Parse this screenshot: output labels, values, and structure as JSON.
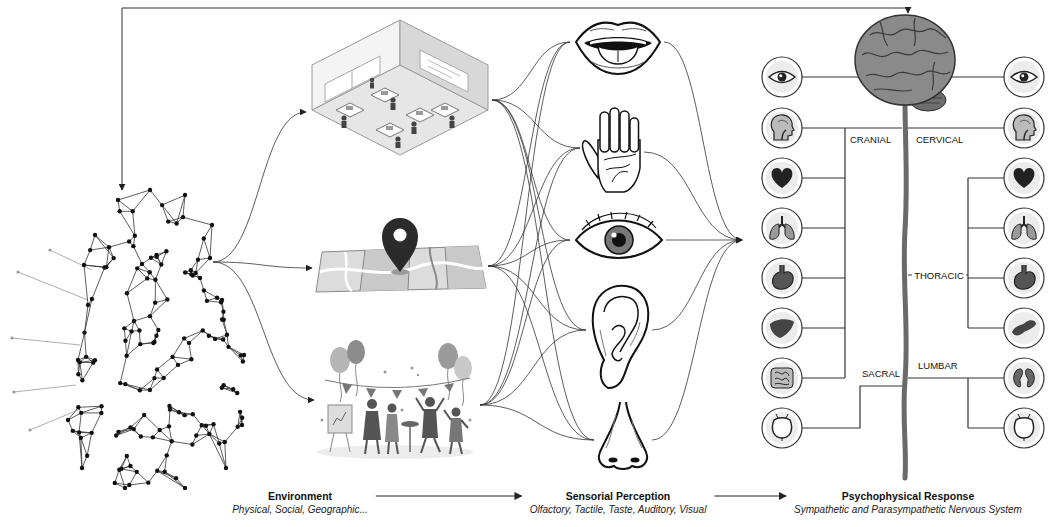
{
  "diagram": {
    "nodes": [
      {
        "text": [
          "Environment",
          "Physical, Social, Geographic..."
        ]
      },
      {
        "text": [
          "Sensorial Perception",
          "Olfactory, Tactile, Taste, Auditory, Visual"
        ]
      },
      {
        "text": [
          "Psychophysical Response",
          "Sympathetic and Parasympathetic Nervous System"
        ]
      }
    ],
    "edges": [
      {
        "from": 0,
        "to": 1,
        "arrow": "to"
      },
      {
        "from": 1,
        "to": 2,
        "arrow": "to"
      }
    ],
    "labels": [
      "CRANIAL",
      "CERVICAL",
      "THORACIC",
      "LUMBAR",
      "SACRAL"
    ]
  }
}
